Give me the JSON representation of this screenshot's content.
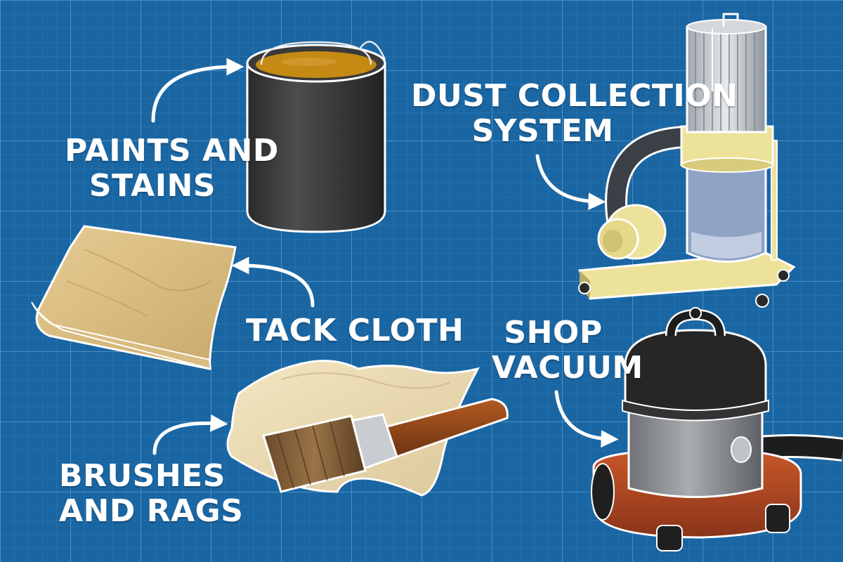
{
  "colors": {
    "background": "#1a66a3",
    "grid_line": "#3f86bf",
    "label_text": "#ffffff",
    "outline": "#ffffff"
  },
  "labels": {
    "paints": {
      "line1": "PAINTS AND",
      "line2": "STAINS"
    },
    "dust": {
      "line1": "DUST COLLECTION",
      "line2": "SYSTEM"
    },
    "tack": {
      "line1": "TACK CLOTH"
    },
    "shop": {
      "line1": "SHOP",
      "line2": "VACUUM"
    },
    "brushes": {
      "line1": "BRUSHES",
      "line2": "AND RAGS"
    }
  }
}
